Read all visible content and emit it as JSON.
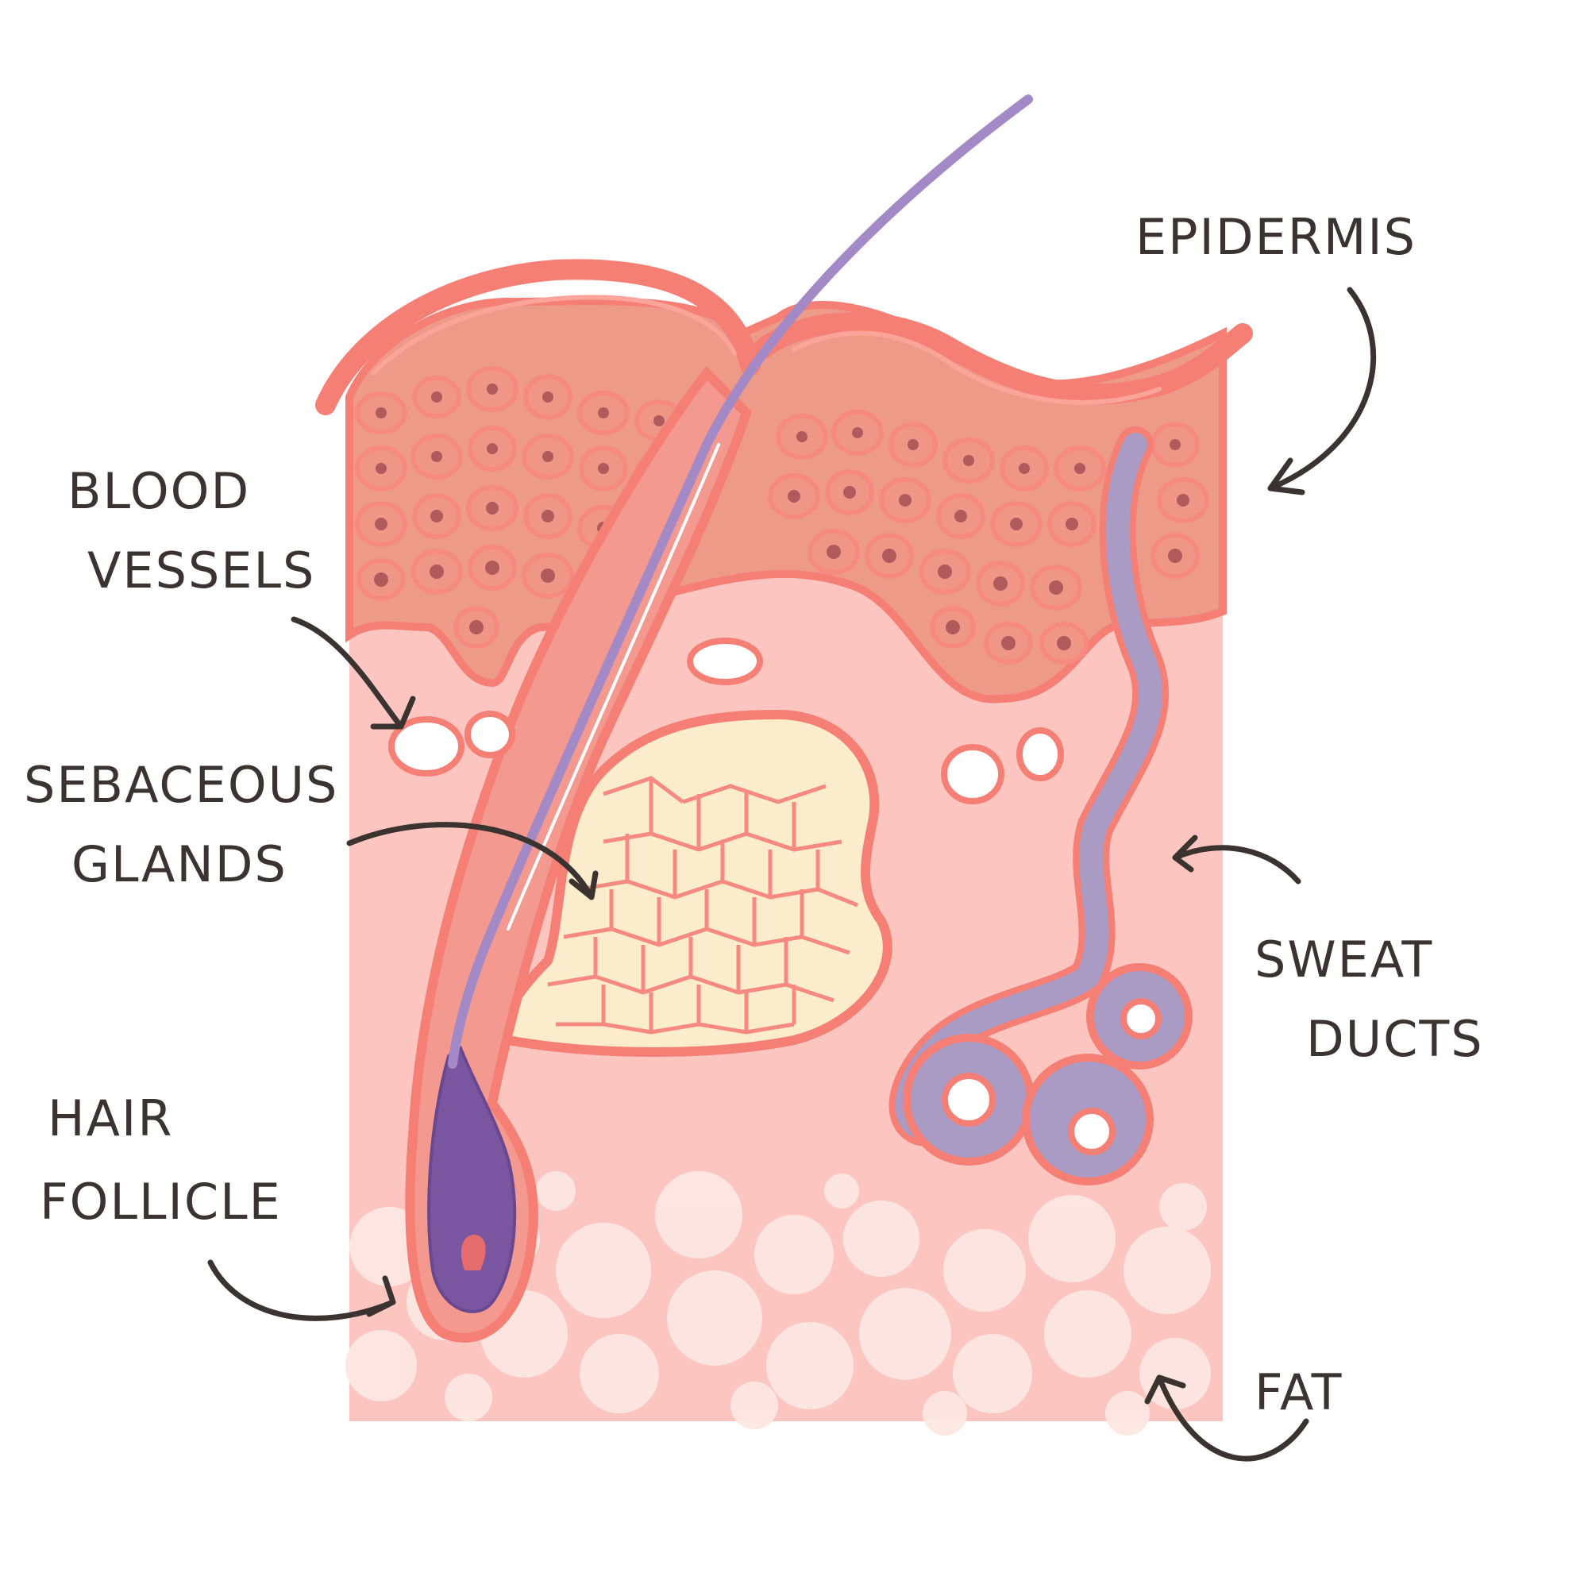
{
  "labels": {
    "epidermis": "EPIDERMIS",
    "blood_vessels": [
      "BLOOD",
      "VESSELS"
    ],
    "sebaceous_glands": [
      "SEBACEOUS",
      "GLANDS"
    ],
    "sweat_ducts": [
      "SWEAT",
      "DUCTS"
    ],
    "hair_follicle": [
      "HAIR",
      "FOLLICLE"
    ],
    "fat": "FAT"
  },
  "colors": {
    "dermis": "#fcc5c0",
    "epidermis_cells": "#ee9a88",
    "cell_outline": "#f78a80",
    "stratum_corneum": "#f57f75",
    "hair": "#a38ac7",
    "follicle_bulb": "#7a55a0",
    "sebaceous": "#fbeccb",
    "fat": "#fde7e3",
    "sweat_duct": "#a99bc4",
    "ink": "#3a3330"
  }
}
